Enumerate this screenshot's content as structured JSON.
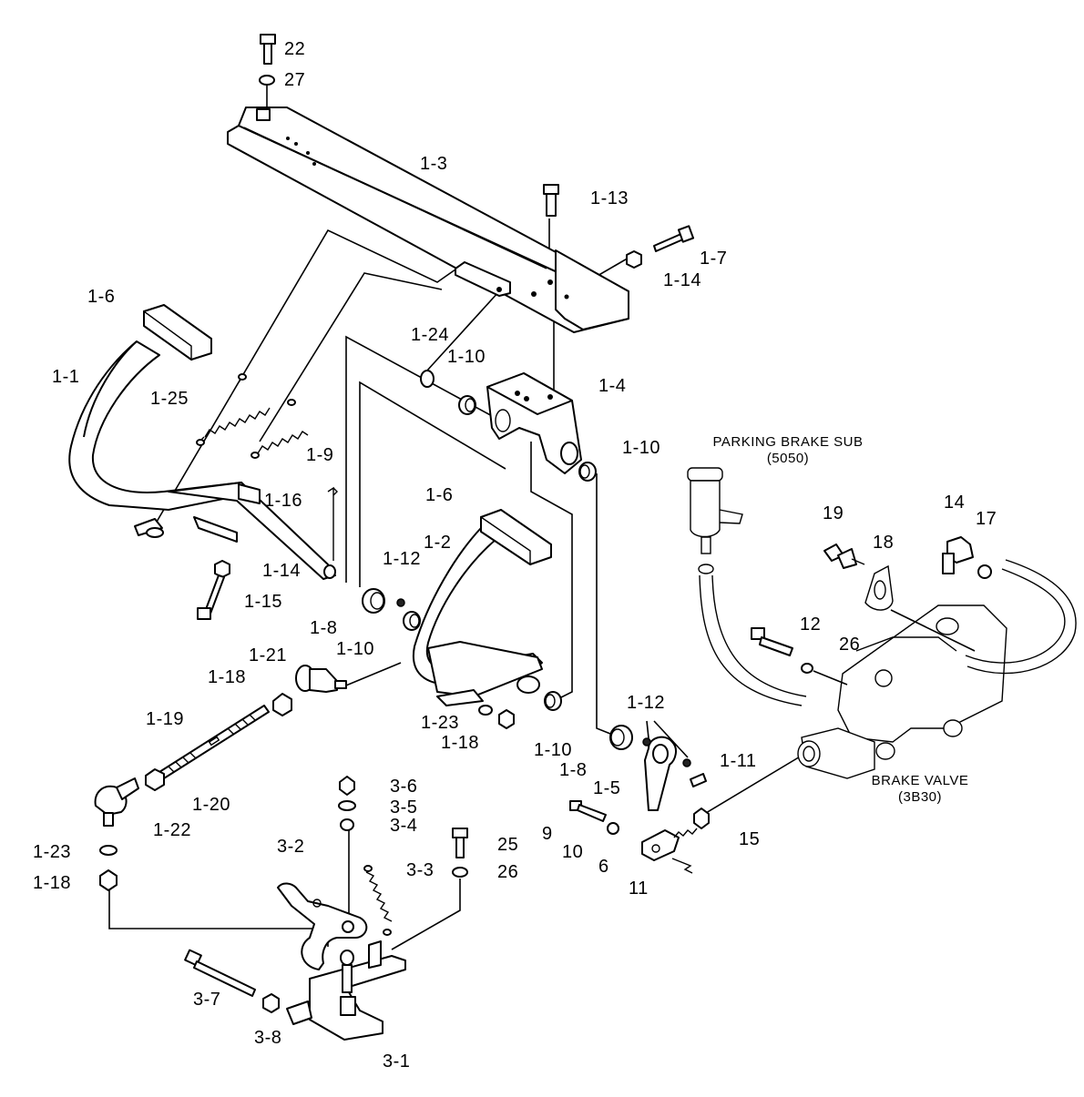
{
  "diagram": {
    "callouts": {
      "c22": "22",
      "c27": "27",
      "c1_3": "1-3",
      "c1_13": "1-13",
      "c1_7": "1-7",
      "c1_14a": "1-14",
      "c1_6a": "1-6",
      "c1_1": "1-1",
      "c1_24": "1-24",
      "c1_10a": "1-10",
      "c1_4": "1-4",
      "c1_25": "1-25",
      "c1_9": "1-9",
      "c1_10b": "1-10",
      "c1_16": "1-16",
      "c1_6b": "1-6",
      "c1_2": "1-2",
      "c1_12a": "1-12",
      "c1_14b": "1-14",
      "c1_15": "1-15",
      "c1_8a": "1-8",
      "c1_10c": "1-10",
      "c1_21": "1-21",
      "c1_18a": "1-18",
      "c1_19": "1-19",
      "c1_23a": "1-23",
      "c1_18b": "1-18",
      "c1_10d": "1-10",
      "c1_12b": "1-12",
      "c1_11": "1-11",
      "c1_8b": "1-8",
      "c1_5": "1-5",
      "c1_20": "1-20",
      "c1_22": "1-22",
      "c3_6": "3-6",
      "c3_5": "3-5",
      "c3_4": "3-4",
      "c1_23b": "1-23",
      "c1_18c": "1-18",
      "c3_2": "3-2",
      "c3_3": "3-3",
      "c25": "25",
      "c26a": "26",
      "c3_7": "3-7",
      "c3_8": "3-8",
      "c3_1": "3-1",
      "c9": "9",
      "c10": "10",
      "c6": "6",
      "c11": "11",
      "c15": "15",
      "c19": "19",
      "c18": "18",
      "c14": "14",
      "c17": "17",
      "c12": "12",
      "c26b": "26"
    },
    "notes": {
      "parking_title": "PARKING BRAKE SUB",
      "parking_code": "(5050)",
      "valve_title": "BRAKE VALVE",
      "valve_code": "(3B30)"
    }
  }
}
